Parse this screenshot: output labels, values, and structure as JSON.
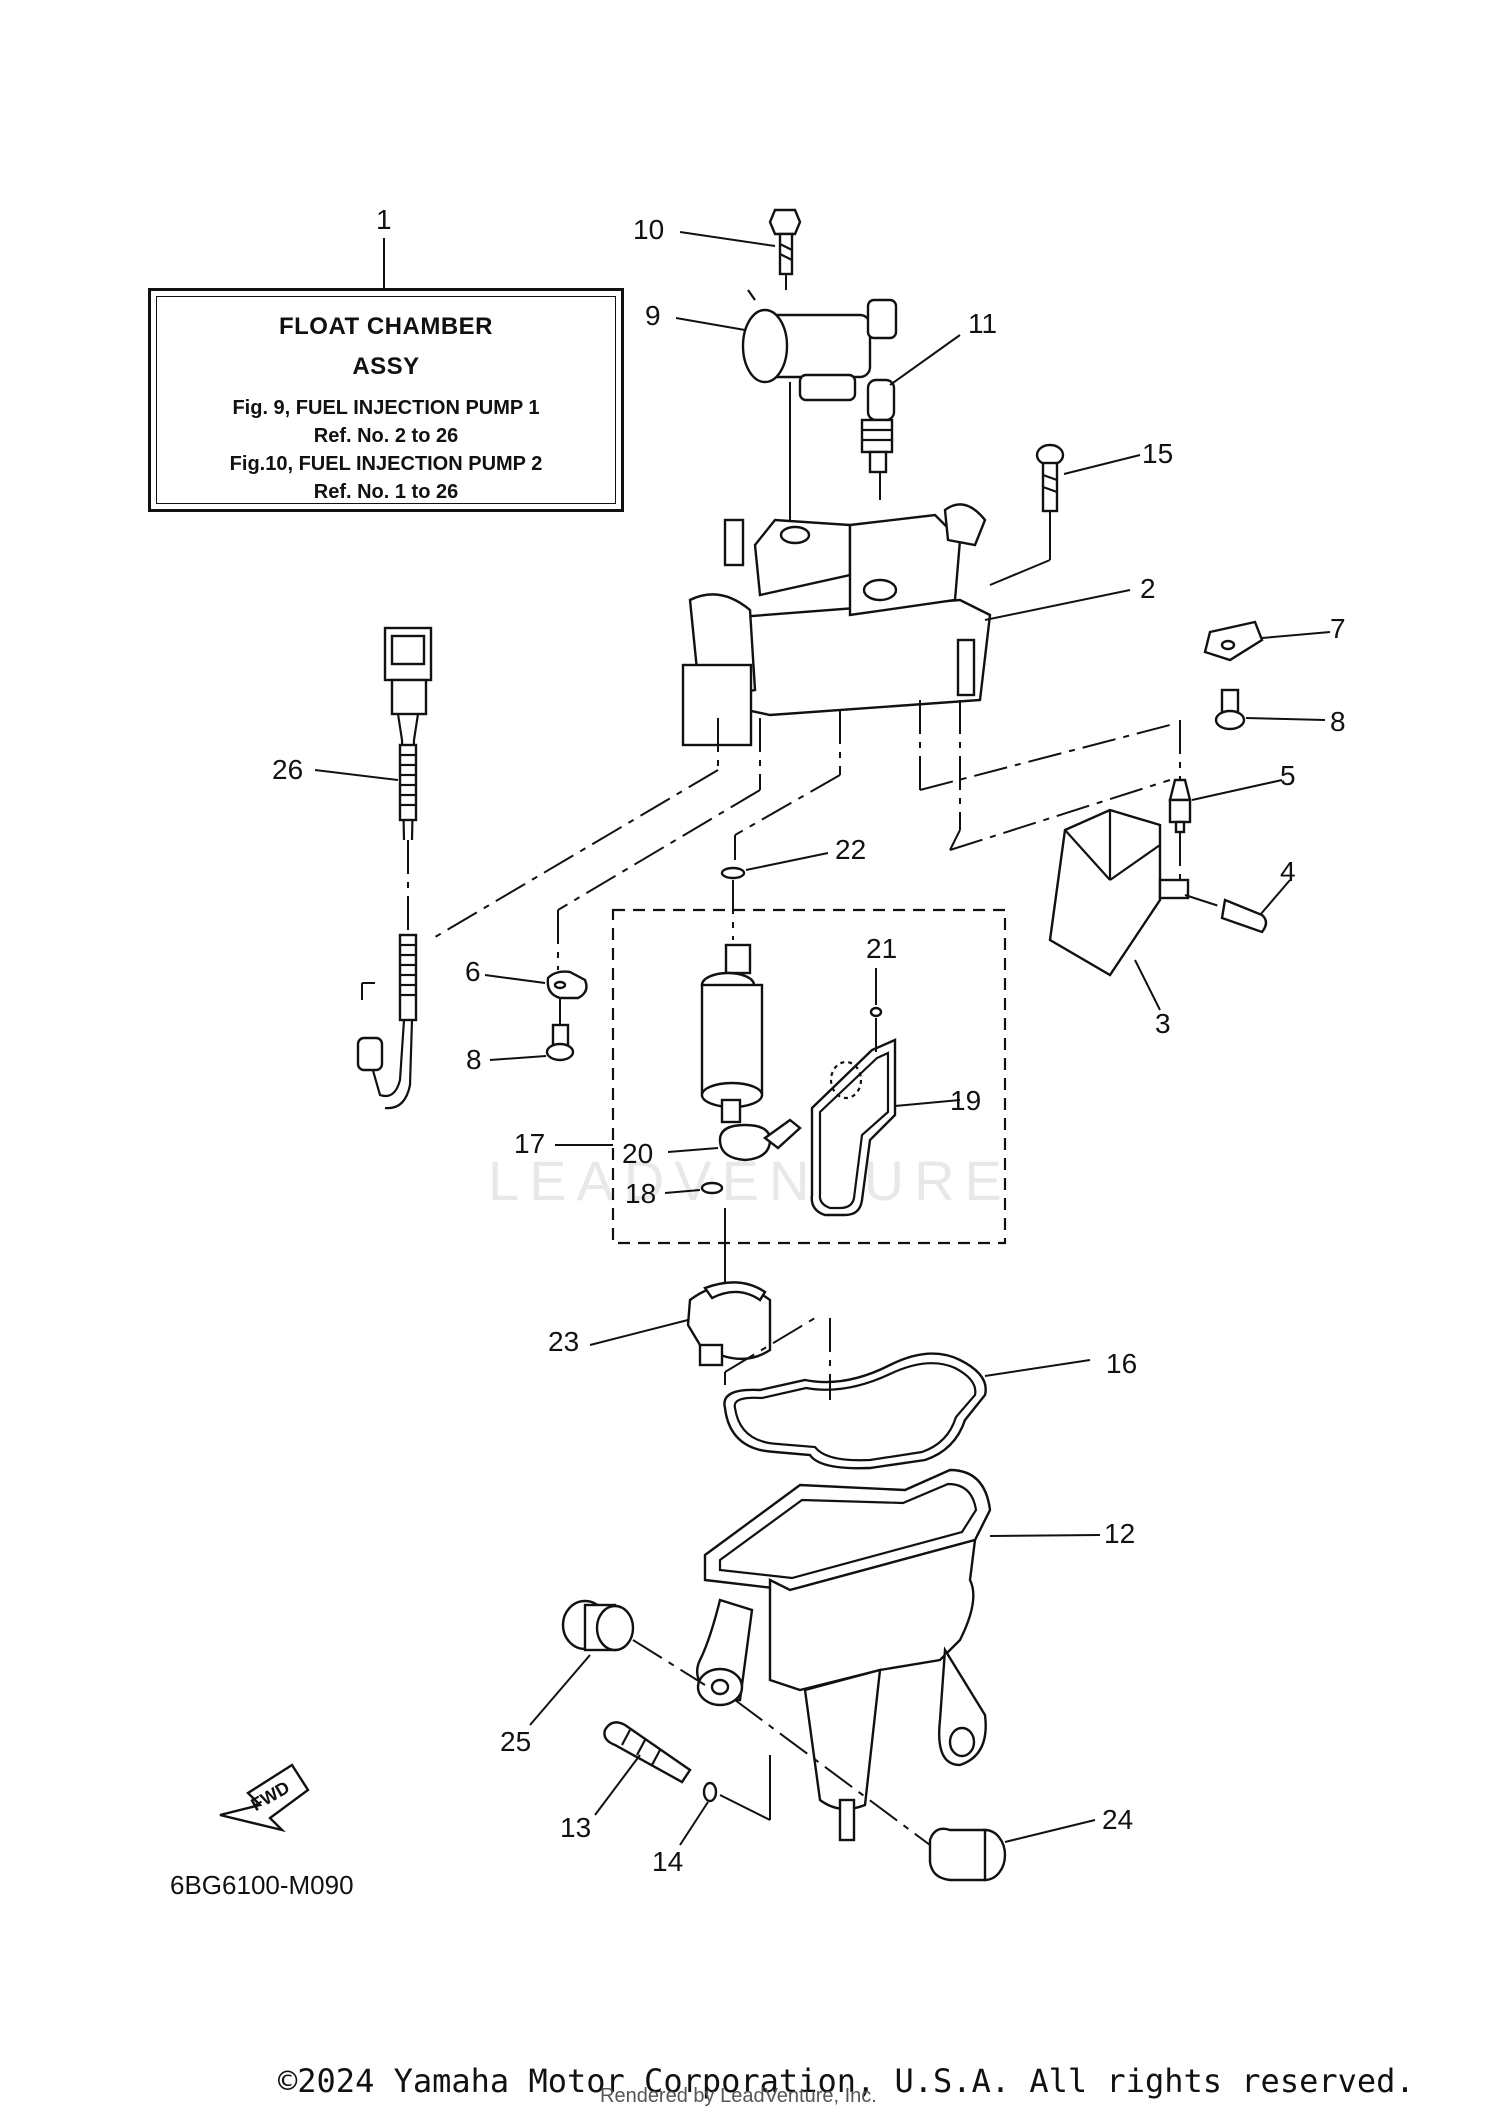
{
  "note_box": {
    "callout": "1",
    "title_line1": "FLOAT CHAMBER",
    "title_line2": "ASSY",
    "line3": "Fig.  9, FUEL INJECTION PUMP 1",
    "line4": "Ref. No. 2 to 26",
    "line5": "Fig.10, FUEL INJECTION PUMP 2",
    "line6": "Ref. No. 1 to 26"
  },
  "callouts": {
    "c2": "2",
    "c3": "3",
    "c4": "4",
    "c5": "5",
    "c6": "6",
    "c7": "7",
    "c8a": "8",
    "c8b": "8",
    "c9": "9",
    "c10": "10",
    "c11": "11",
    "c12": "12",
    "c13": "13",
    "c14": "14",
    "c15": "15",
    "c16": "16",
    "c17": "17",
    "c18": "18",
    "c19": "19",
    "c20": "20",
    "c21": "21",
    "c22": "22",
    "c23": "23",
    "c24": "24",
    "c25": "25",
    "c26": "26"
  },
  "fwd_arrow_label": "FWD",
  "diagram_code": "6BG6100-M090",
  "watermark_text": "LEADVENTURE",
  "copyright": "©2024 Yamaha Motor Corporation, U.S.A. All rights reserved.",
  "rendered_by": "Rendered by LeadVenture, Inc."
}
